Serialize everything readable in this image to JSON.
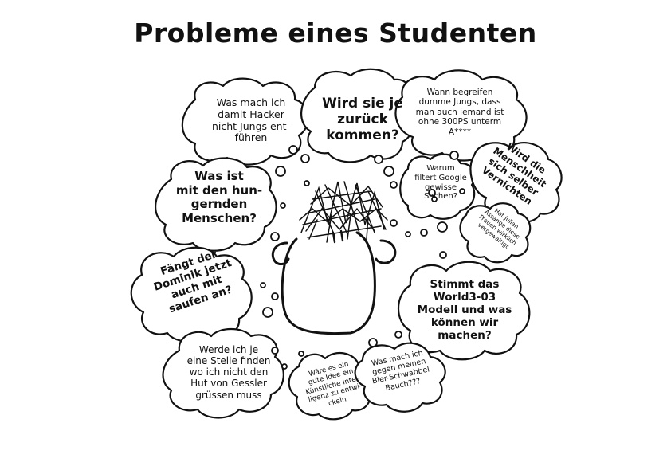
{
  "title": "Probleme eines Studenten",
  "character": {
    "mouth_glyph": "\" "
  },
  "thoughts": [
    {
      "id": "hacker",
      "text": "Was mach ich\ndamit Hacker\nnicht Jungs ent-\nführen"
    },
    {
      "id": "zurueck",
      "text": "Wird sie je\nzurück\nkommen?"
    },
    {
      "id": "jungs",
      "text": "Wann begreifen\ndumme Jungs, dass\nman auch jemand ist\nohne 300PS unterm\nA****"
    },
    {
      "id": "hungernden",
      "text": "Was ist\nmit den hun-\ngernden\nMenschen?"
    },
    {
      "id": "google",
      "text": "Warum\nfiltert Google\ngewisse\nSachen?"
    },
    {
      "id": "menschheit",
      "text": "Wird die\nMenschheit\nsich selber\nVernichten"
    },
    {
      "id": "assange",
      "text": "Hat Julian\nAssange diese\nFrauen wirklich\nvergewaltigt"
    },
    {
      "id": "dominik",
      "text": "Fängt der\nDominik jetzt\nauch mit\nsaufen an?"
    },
    {
      "id": "world3",
      "text": "Stimmt das\nWorld3-03\nModell und was\nkönnen wir\nmachen?"
    },
    {
      "id": "gessler",
      "text": "Werde ich je\neine Stelle finden\nwo ich nicht den\nHut von Gessler\ngrüssen muss"
    },
    {
      "id": "ki",
      "text": "Wäre es ein\ngute Idee ein\nKünstliche Intel-\nligenz zu entwi-\nckeln"
    },
    {
      "id": "bauch",
      "text": "Was mach ich\ngegen meinen\nBier-Schwabbel\nBauch???"
    }
  ]
}
